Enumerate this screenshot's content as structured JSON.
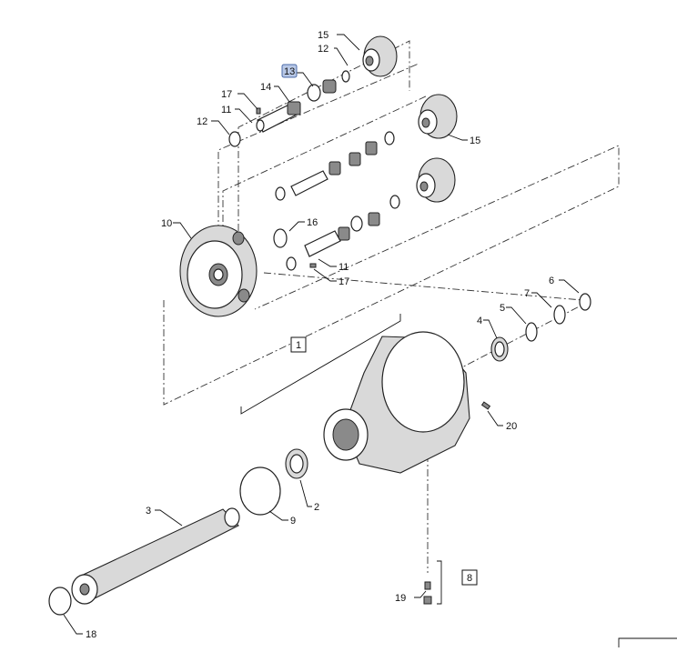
{
  "diagram": {
    "highlight_color": "#b8c8e6",
    "callouts": [
      {
        "id": "c15a",
        "label": "15"
      },
      {
        "id": "c12a",
        "label": "12"
      },
      {
        "id": "c13",
        "label": "13",
        "highlighted": true
      },
      {
        "id": "c14",
        "label": "14"
      },
      {
        "id": "c17a",
        "label": "17"
      },
      {
        "id": "c11a",
        "label": "11"
      },
      {
        "id": "c12b",
        "label": "12"
      },
      {
        "id": "c15b",
        "label": "15"
      },
      {
        "id": "c10",
        "label": "10"
      },
      {
        "id": "c16",
        "label": "16"
      },
      {
        "id": "c11b",
        "label": "11"
      },
      {
        "id": "c17b",
        "label": "17"
      },
      {
        "id": "c6",
        "label": "6"
      },
      {
        "id": "c7",
        "label": "7"
      },
      {
        "id": "c5",
        "label": "5"
      },
      {
        "id": "c4",
        "label": "4"
      },
      {
        "id": "c1",
        "label": "1",
        "boxed": true
      },
      {
        "id": "c20",
        "label": "20"
      },
      {
        "id": "c2",
        "label": "2"
      },
      {
        "id": "c3",
        "label": "3"
      },
      {
        "id": "c9",
        "label": "9"
      },
      {
        "id": "c8",
        "label": "8",
        "boxed": true
      },
      {
        "id": "c19",
        "label": "19"
      },
      {
        "id": "c18",
        "label": "18"
      }
    ]
  }
}
